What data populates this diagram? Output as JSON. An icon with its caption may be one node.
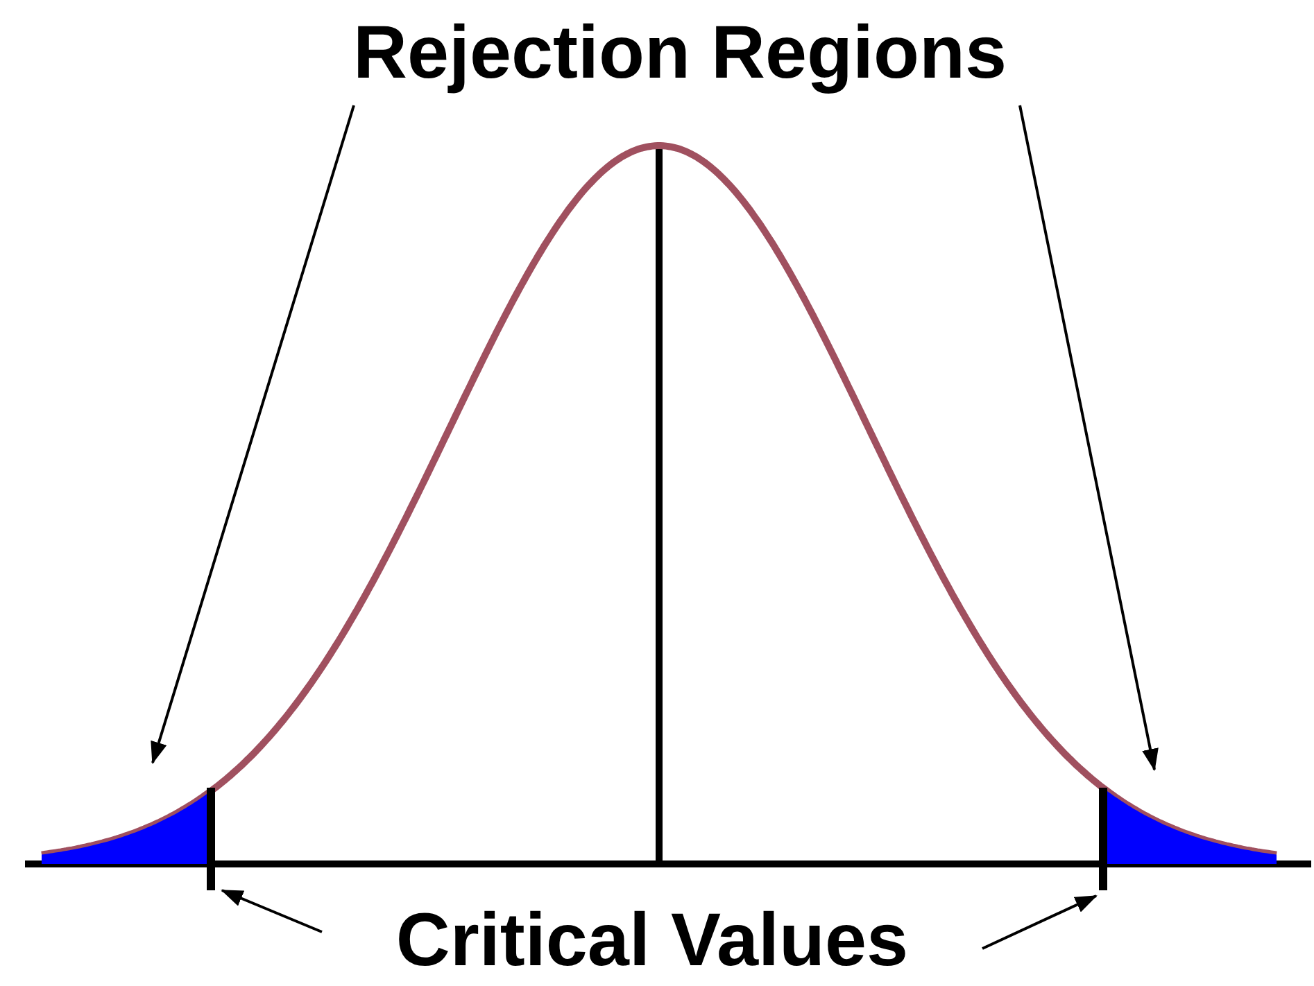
{
  "diagram": {
    "nodes": [
      {
        "text": [
          "Rejection Regions"
        ]
      },
      {
        "text": [],
        "shape": "area"
      },
      {
        "text": [],
        "shape": "area"
      },
      {
        "text": [
          "Critical Values"
        ]
      },
      {
        "text": [],
        "shape": "line"
      },
      {
        "text": [],
        "shape": "line"
      }
    ],
    "edges": [
      {
        "from": 0,
        "to": 1,
        "arrow": "to"
      },
      {
        "from": 0,
        "to": 2,
        "arrow": "to"
      },
      {
        "from": 3,
        "to": 4,
        "arrow": "to"
      },
      {
        "from": 3,
        "to": 5,
        "arrow": "to"
      }
    ]
  }
}
